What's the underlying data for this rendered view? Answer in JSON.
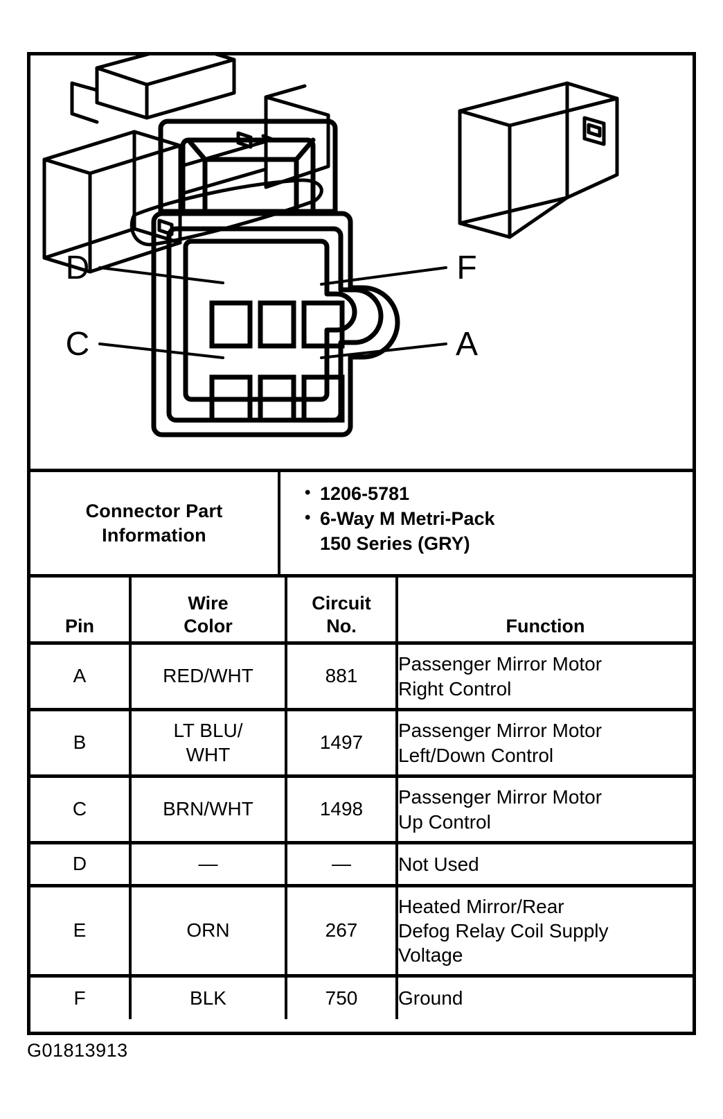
{
  "figure": {
    "id_code": "G01813913",
    "connector_face": {
      "pin_labels": {
        "top_left": "D",
        "top_right": "F",
        "bottom_left": "C",
        "bottom_right": "A"
      },
      "cavity_count": 6,
      "rows": 2,
      "columns": 3
    }
  },
  "connector_part_information": {
    "label": "Connector Part Information",
    "label_line1": "Connector Part",
    "label_line2": "Information",
    "bullets": [
      "1206-5781",
      "6-Way M Metri-Pack 150 Series (GRY)"
    ],
    "bullet_lines": [
      [
        "1206-5781"
      ],
      [
        "6-Way M Metri-Pack",
        "150 Series (GRY)"
      ]
    ],
    "bullet_glyph": "•"
  },
  "pin_table": {
    "headers": {
      "pin": "Pin",
      "wire_color_line1": "Wire",
      "wire_color_line2": "Color",
      "circuit_no_line1": "Circuit",
      "circuit_no_line2": "No.",
      "function": "Function"
    },
    "rows": [
      {
        "pin": "A",
        "wire_color": "RED/WHT",
        "wire_color_line1": "RED/WHT",
        "wire_color_line2": "",
        "circuit_no": "881",
        "function": "Passenger Mirror Motor Right Control",
        "function_line1": "Passenger Mirror Motor",
        "function_line2": "Right Control",
        "function_line3": ""
      },
      {
        "pin": "B",
        "wire_color": "LT BLU/WHT",
        "wire_color_line1": "LT BLU/",
        "wire_color_line2": "WHT",
        "circuit_no": "1497",
        "function": "Passenger Mirror Motor Left/Down Control",
        "function_line1": "Passenger Mirror Motor",
        "function_line2": "Left/Down Control",
        "function_line3": ""
      },
      {
        "pin": "C",
        "wire_color": "BRN/WHT",
        "wire_color_line1": "BRN/WHT",
        "wire_color_line2": "",
        "circuit_no": "1498",
        "function": "Passenger Mirror Motor Up Control",
        "function_line1": "Passenger Mirror Motor",
        "function_line2": "Up Control",
        "function_line3": ""
      },
      {
        "pin": "D",
        "wire_color": "—",
        "wire_color_line1": "—",
        "wire_color_line2": "",
        "circuit_no": "—",
        "function": "Not Used",
        "function_line1": "Not Used",
        "function_line2": "",
        "function_line3": ""
      },
      {
        "pin": "E",
        "wire_color": "ORN",
        "wire_color_line1": "ORN",
        "wire_color_line2": "",
        "circuit_no": "267",
        "function": "Heated Mirror/Rear Defog Relay Coil Supply Voltage",
        "function_line1": "Heated Mirror/Rear",
        "function_line2": "Defog Relay Coil Supply",
        "function_line3": "Voltage"
      },
      {
        "pin": "F",
        "wire_color": "BLK",
        "wire_color_line1": "BLK",
        "wire_color_line2": "",
        "circuit_no": "750",
        "function": "Ground",
        "function_line1": "Ground",
        "function_line2": "",
        "function_line3": ""
      }
    ]
  },
  "colors": {
    "ink": "#000000",
    "paper": "#ffffff"
  }
}
